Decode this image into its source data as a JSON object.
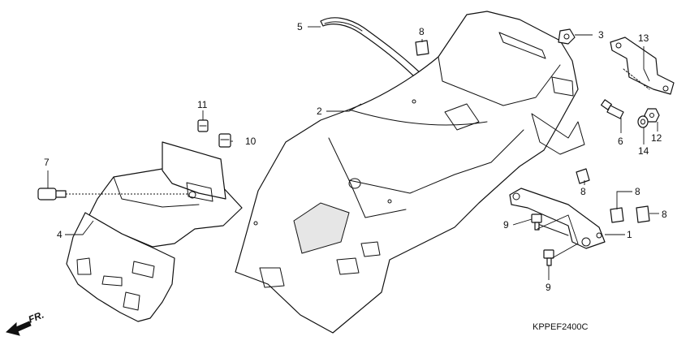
{
  "diagram_code": "KPPEF2400C",
  "front_marker": "FR.",
  "callouts": {
    "c1": "1",
    "c2": "2",
    "c3": "3",
    "c4": "4",
    "c5": "5",
    "c6": "6",
    "c7": "7",
    "c8a": "8",
    "c8b": "8",
    "c8c": "8",
    "c8d": "8",
    "c9a": "9",
    "c9b": "9",
    "c10": "10",
    "c11": "11",
    "c12": "12",
    "c13": "13",
    "c14": "14"
  }
}
